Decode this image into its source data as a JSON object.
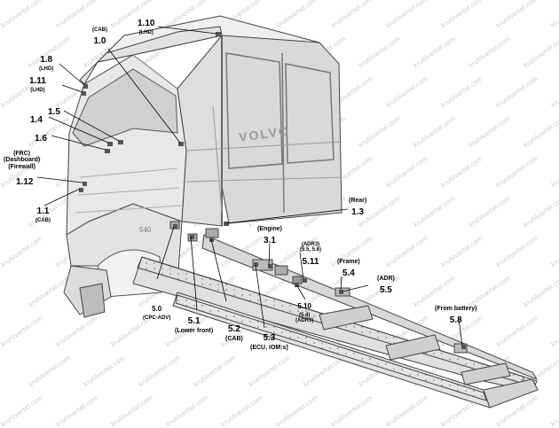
{
  "diagram": {
    "watermark": "krutilvertel.com",
    "truck_cab_text": "VOLVO",
    "truck_badge_text": "540",
    "labels": [
      {
        "id": "1.10",
        "code": "1.10",
        "sub": "(LHD)"
      },
      {
        "id": "1.0",
        "code": "1.0",
        "pre": "(CAB)"
      },
      {
        "id": "1.8",
        "code": "1.8",
        "sub": "(LHD)"
      },
      {
        "id": "1.11",
        "code": "1.11",
        "sub": "(LHD)"
      },
      {
        "id": "1.5",
        "code": "1.5"
      },
      {
        "id": "1.4",
        "code": "1.4"
      },
      {
        "id": "1.6",
        "code": "1.6"
      },
      {
        "id": "frc",
        "pre": "(FRC)",
        "code": "(Dashboard)",
        "sub2": "(Firewall)"
      },
      {
        "id": "1.12",
        "code": "1.12"
      },
      {
        "id": "1.1",
        "code": "1.1",
        "post": "(CAB)"
      },
      {
        "id": "1.3",
        "pre": "(Rear)",
        "code": "1.3"
      },
      {
        "id": "3.1",
        "pre": "(Engine)",
        "code": "3.1"
      },
      {
        "id": "5.11",
        "pre": "(ADR3)",
        "pre2": "(5.5, 5.6)",
        "code": "5.11"
      },
      {
        "id": "5.4",
        "pre": "(Frame)",
        "code": "5.4"
      },
      {
        "id": "5.5",
        "pre": "(ADR)",
        "code": "5.5"
      },
      {
        "id": "5.10",
        "code": "5.10",
        "sub": "(5.4)",
        "sub2": "(ADR3)"
      },
      {
        "id": "5.8",
        "pre": "(From battery)",
        "code": "5.8"
      },
      {
        "id": "5.0",
        "code": "5.0",
        "sub": "(CPC-ADV)"
      },
      {
        "id": "5.1",
        "code": "5.1",
        "post": "(Lower front)"
      },
      {
        "id": "5.2",
        "code": "5.2",
        "post": "(CAB)"
      },
      {
        "id": "5.3",
        "code": "5.3",
        "post": "(ECU, IOM:s)"
      }
    ]
  }
}
